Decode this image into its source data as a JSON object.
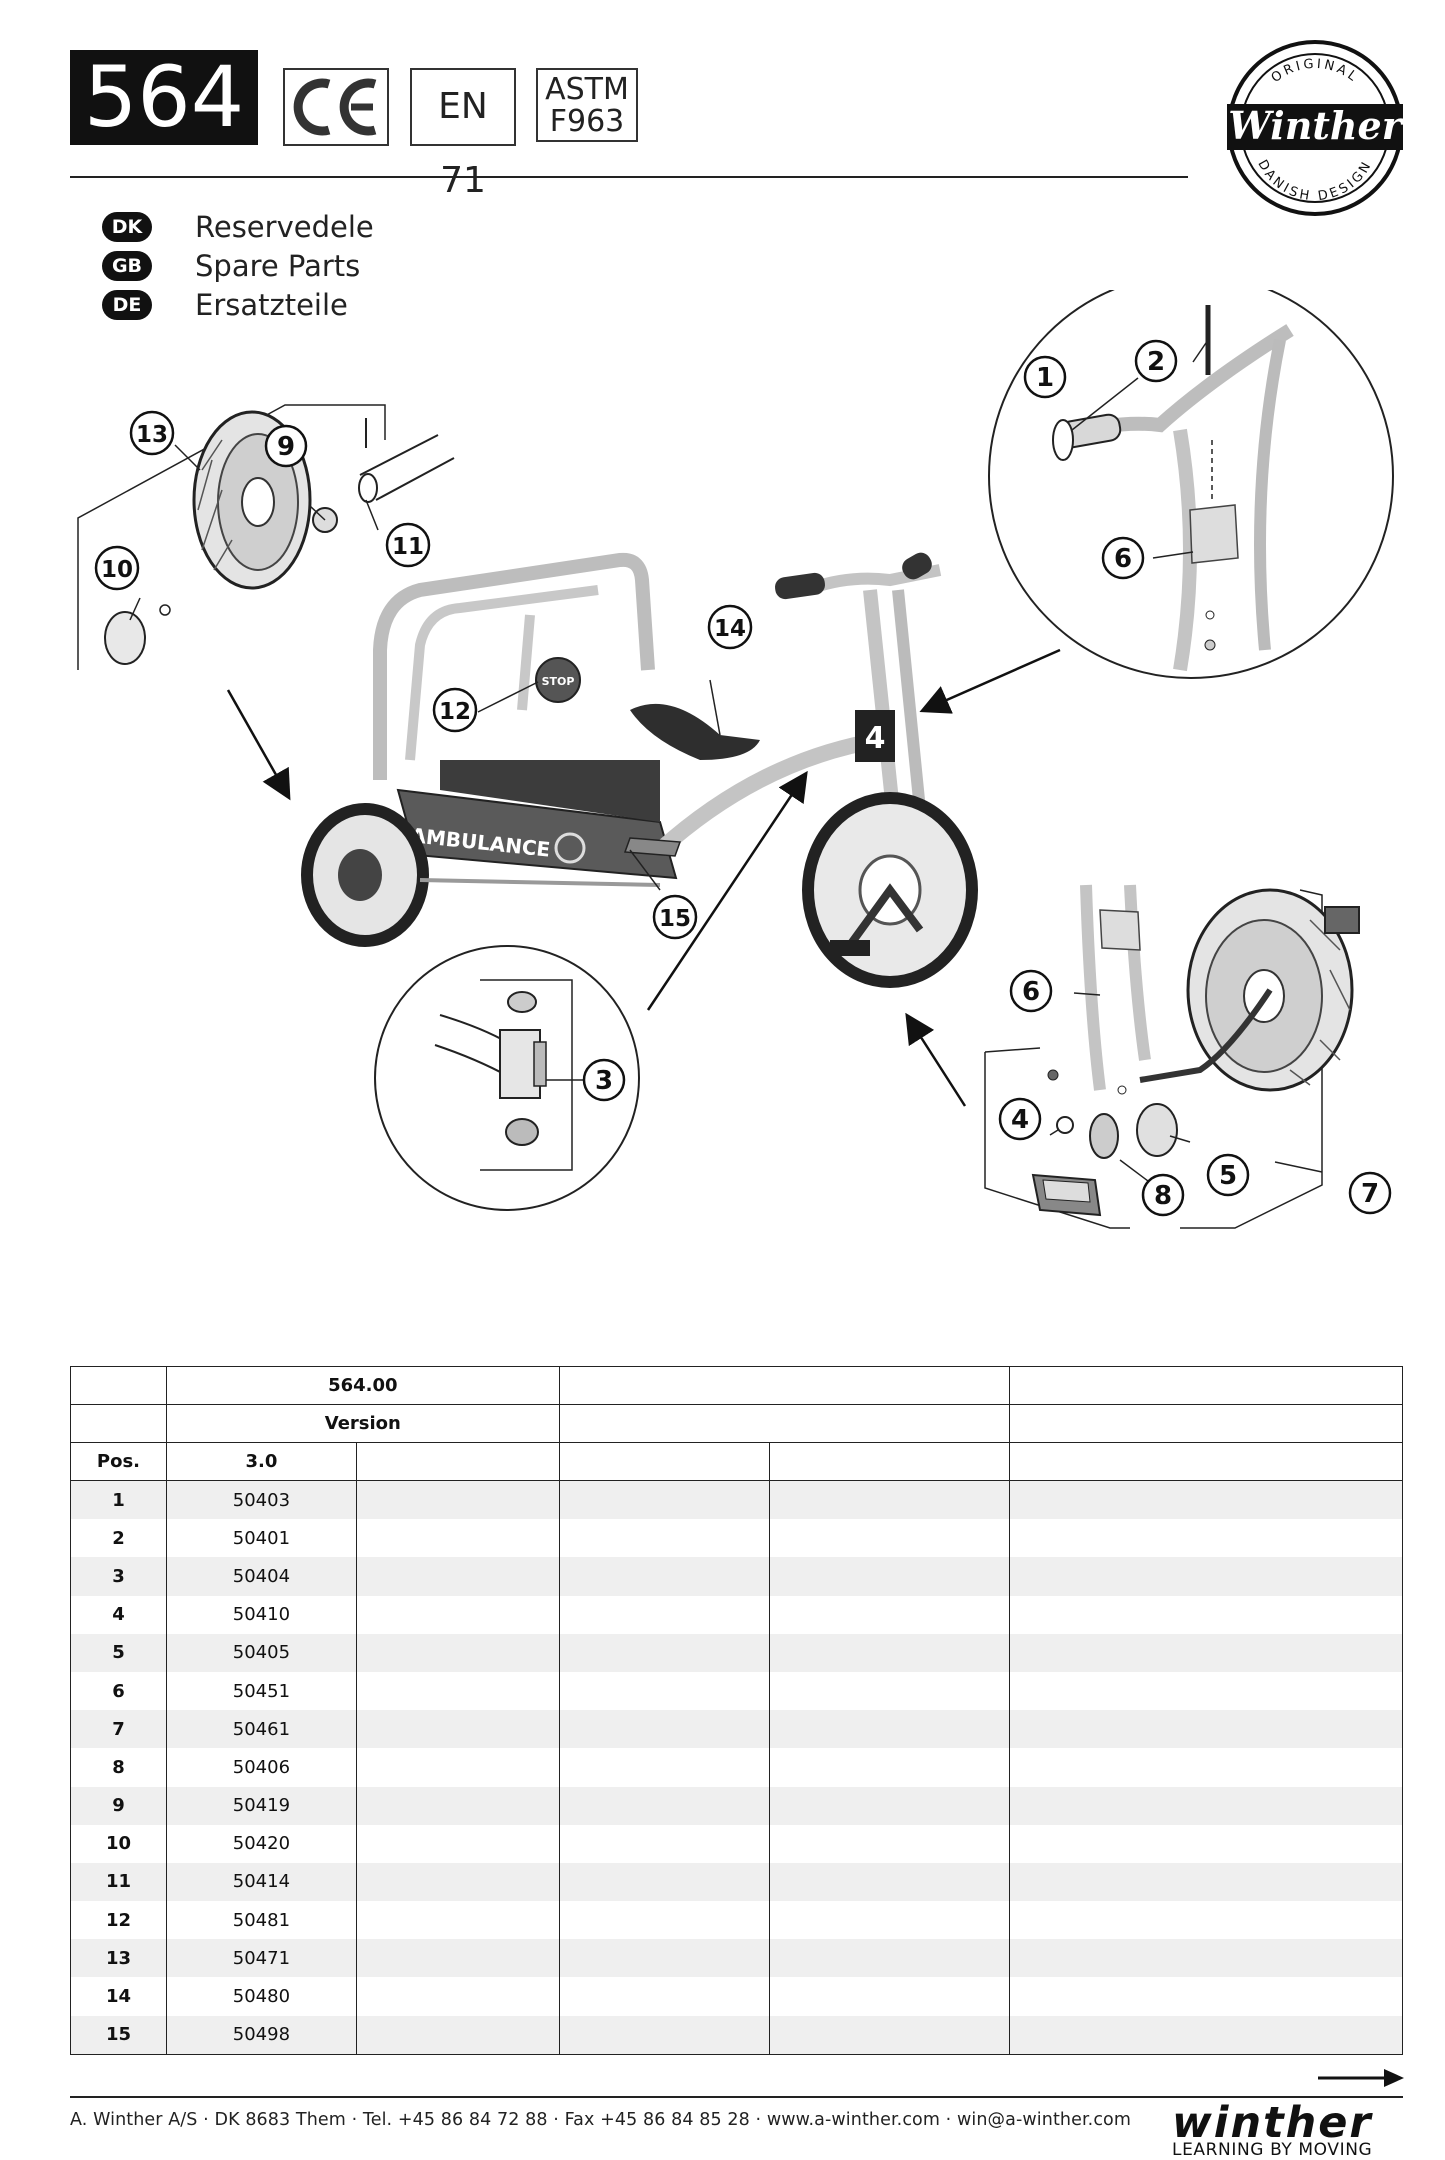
{
  "header": {
    "model_number": "564",
    "certifications": {
      "ce": "CE",
      "en": "EN 71",
      "astm_line1": "ASTM",
      "astm_line2": "F963"
    },
    "logo": {
      "top": "ORIGINAL",
      "brand": "Winther",
      "bottom": "DANISH DESIGN"
    }
  },
  "languages": [
    {
      "code": "DK",
      "label": "Reservedele"
    },
    {
      "code": "GB",
      "label": "Spare Parts"
    },
    {
      "code": "DE",
      "label": "Ersatzteile"
    }
  ],
  "diagram": {
    "callouts": [
      "1",
      "2",
      "3",
      "4",
      "5",
      "6",
      "7",
      "8",
      "9",
      "10",
      "11",
      "12",
      "13",
      "14",
      "15"
    ],
    "box_label": "AMBULANCE",
    "stop_label": "STOP"
  },
  "table": {
    "product_code": "564.00",
    "version_label": "Version",
    "pos_label": "Pos.",
    "version_value": "3.0",
    "rows": [
      {
        "pos": "1",
        "part": "50403"
      },
      {
        "pos": "2",
        "part": "50401"
      },
      {
        "pos": "3",
        "part": "50404"
      },
      {
        "pos": "4",
        "part": "50410"
      },
      {
        "pos": "5",
        "part": "50405"
      },
      {
        "pos": "6",
        "part": "50451"
      },
      {
        "pos": "7",
        "part": "50461"
      },
      {
        "pos": "8",
        "part": "50406"
      },
      {
        "pos": "9",
        "part": "50419"
      },
      {
        "pos": "10",
        "part": "50420"
      },
      {
        "pos": "11",
        "part": "50414"
      },
      {
        "pos": "12",
        "part": "50481"
      },
      {
        "pos": "13",
        "part": "50471"
      },
      {
        "pos": "14",
        "part": "50480"
      },
      {
        "pos": "15",
        "part": "50498"
      }
    ]
  },
  "footer": {
    "address": "A. Winther A/S   ·   DK 8683 Them   ·   Tel. +45 86 84 72 88   ·   Fax +45 86 84 85 28   ·   www.a-winther.com   ·   win@a-winther.com",
    "brand": "winther",
    "tagline": "LEARNING BY MOVING"
  }
}
